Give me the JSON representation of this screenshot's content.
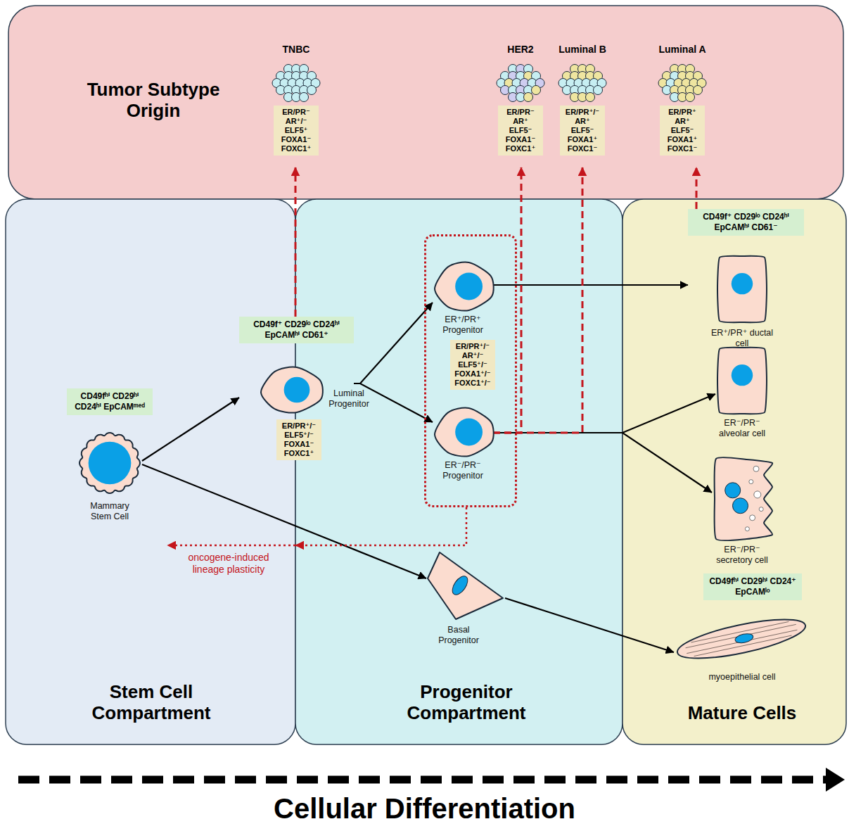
{
  "diagram": {
    "nodes": [
      {
        "text": [
          "Tumor Subtype Origin"
        ]
      },
      {
        "text": [
          "TNBC",
          "ER/PR⁻ AR⁺/⁻ ELF5⁺ FOXA1⁻ FOXC1⁺"
        ],
        "in": 0
      },
      {
        "text": [
          "HER2",
          "ER/PR⁻ AR⁺ ELF5⁻ FOXA1⁻ FOXC1⁺"
        ],
        "in": 0
      },
      {
        "text": [
          "Luminal B",
          "ER/PR⁺/⁻ AR⁺ ELF5⁻ FOXA1⁺ FOXC1⁻"
        ],
        "in": 0
      },
      {
        "text": [
          "Luminal A",
          "ER/PR⁺ AR⁺ ELF5⁻ FOXA1⁺ FOXC1⁻"
        ],
        "in": 0
      },
      {
        "text": [
          "Stem Cell Compartment"
        ]
      },
      {
        "text": [
          "CD49fʰⁱ CD29ʰⁱ CD24ʰⁱ EpCAMᵐᵉᵈ",
          "Mammary Stem Cell"
        ],
        "in": 5
      },
      {
        "text": [
          "Progenitor Compartment"
        ]
      },
      {
        "text": [
          "CD49f⁺ CD29ˡᵒ CD24ʰⁱ EpCAMʰⁱ CD61⁺",
          "Luminal Progenitor",
          "ER/PR⁺/⁻ ELF5⁺/⁻ FOXA1⁻ FOXC1⁺"
        ]
      },
      {
        "text": [
          "ER/PR⁺/⁻ AR⁺/⁻ ELF5⁺/⁻ FOXA1⁺/⁻ FOXC1⁺/⁻"
        ],
        "in": 7
      },
      {
        "text": [
          "ER⁺/PR⁺ Progenitor"
        ],
        "in": 9
      },
      {
        "text": [
          "ER⁻/PR⁻ Progenitor"
        ],
        "in": 9
      },
      {
        "text": [
          "Basal Progenitor"
        ],
        "in": 7
      },
      {
        "text": [
          "Mature Cells"
        ]
      },
      {
        "text": [
          "CD49f⁺ CD29ˡᵒ CD24ʰⁱ EpCAMʰⁱ CD61⁻",
          "ER⁺/PR⁺ ductal cell"
        ],
        "in": 13
      },
      {
        "text": [
          "ER⁻/PR⁻ alveolar cell"
        ],
        "in": 13
      },
      {
        "text": [
          "ER⁻/PR⁻ secretory cell"
        ],
        "in": 13
      },
      {
        "text": [
          "CD49fʰⁱ CD29ʰⁱ CD24⁺ EpCAMˡᵒ",
          "myoepithelial cell"
        ],
        "in": 13
      }
    ],
    "edges": [
      {
        "from": 6,
        "to": 8,
        "arrow": "to"
      },
      {
        "from": 6,
        "to": 12,
        "arrow": "to"
      },
      {
        "from": 8,
        "to": 10,
        "arrow": "to"
      },
      {
        "from": 8,
        "to": 11,
        "arrow": "to"
      },
      {
        "from": 10,
        "to": 14,
        "arrow": "to"
      },
      {
        "from": 11,
        "to": 15,
        "arrow": "to"
      },
      {
        "from": 11,
        "to": 16,
        "arrow": "to"
      },
      {
        "from": 12,
        "to": 17,
        "arrow": "to"
      },
      {
        "from": 8,
        "to": 1,
        "arrow": "to"
      },
      {
        "from": 11,
        "to": 2,
        "arrow": "to"
      },
      {
        "from": 11,
        "to": 3,
        "arrow": "to"
      },
      {
        "from": 14,
        "to": 4,
        "arrow": "to"
      },
      {
        "from": 9,
        "to": 5,
        "label": "oncogene-induced lineage plasticity",
        "arrow": "to"
      }
    ],
    "labels": [
      "Cellular Differentiation"
    ]
  }
}
